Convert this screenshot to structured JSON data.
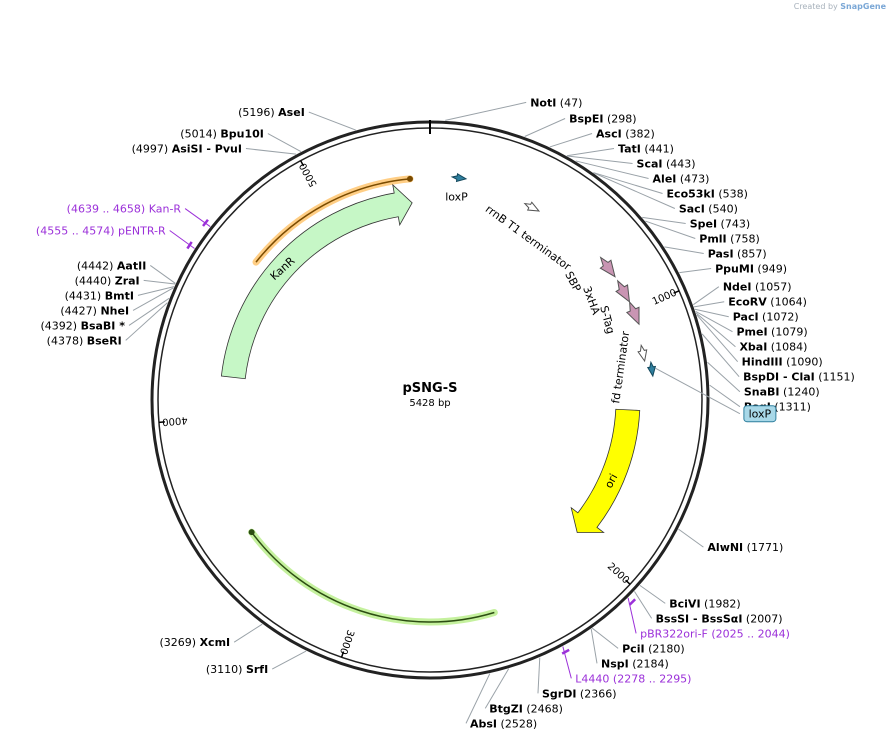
{
  "credit": {
    "prefix": "Created by",
    "brand": "SnapGene"
  },
  "plasmid": {
    "name": "pSNG-S",
    "length_label": "5428 bp",
    "length": 5428
  },
  "colors": {
    "site_label": "#000000",
    "primer": "#9b30d9",
    "leader": "#9aa2a8",
    "backbone": "#222222"
  },
  "ticks": [
    {
      "label": "1000",
      "bp": 1000
    },
    {
      "label": "2000",
      "bp": 2000
    },
    {
      "label": "3000",
      "bp": 3000
    },
    {
      "label": "4000",
      "bp": 4000
    },
    {
      "label": "5000",
      "bp": 5000
    }
  ],
  "sites": [
    {
      "name": "NotI",
      "pos": "(47)",
      "bp": 47,
      "side": "right"
    },
    {
      "name": "BspEI",
      "pos": "(298)",
      "bp": 298,
      "side": "right"
    },
    {
      "name": "AscI",
      "pos": "(382)",
      "bp": 382,
      "side": "right"
    },
    {
      "name": "TatI",
      "pos": "(441)",
      "bp": 441,
      "side": "right"
    },
    {
      "name": "ScaI",
      "pos": "(443)",
      "bp": 443,
      "side": "right"
    },
    {
      "name": "AleI",
      "pos": "(473)",
      "bp": 473,
      "side": "right"
    },
    {
      "name": "Eco53kI",
      "pos": "(538)",
      "bp": 538,
      "side": "right"
    },
    {
      "name": "SacI",
      "pos": "(540)",
      "bp": 540,
      "side": "right"
    },
    {
      "name": "SpeI",
      "pos": "(743)",
      "bp": 743,
      "side": "right"
    },
    {
      "name": "PmlI",
      "pos": "(758)",
      "bp": 758,
      "side": "right"
    },
    {
      "name": "PasI",
      "pos": "(857)",
      "bp": 857,
      "side": "right"
    },
    {
      "name": "PpuMI",
      "pos": "(949)",
      "bp": 949,
      "side": "right"
    },
    {
      "name": "NdeI",
      "pos": "(1057)",
      "bp": 1057,
      "side": "right"
    },
    {
      "name": "EcoRV",
      "pos": "(1064)",
      "bp": 1064,
      "side": "right"
    },
    {
      "name": "PacI",
      "pos": "(1072)",
      "bp": 1072,
      "side": "right"
    },
    {
      "name": "PmeI",
      "pos": "(1079)",
      "bp": 1079,
      "side": "right"
    },
    {
      "name": "XbaI",
      "pos": "(1084)",
      "bp": 1084,
      "side": "right"
    },
    {
      "name": "HindIII",
      "pos": "(1090)",
      "bp": 1090,
      "side": "right"
    },
    {
      "name": "BspDI - ClaI",
      "pos": "(1151)",
      "bp": 1151,
      "side": "right"
    },
    {
      "name": "SnaBI",
      "pos": "(1240)",
      "bp": 1240,
      "side": "right"
    },
    {
      "name": "BsgI",
      "pos": "(1311)",
      "bp": 1311,
      "side": "right"
    },
    {
      "name": "AlwNI",
      "pos": "(1771)",
      "bp": 1771,
      "side": "right"
    },
    {
      "name": "BciVI",
      "pos": "(1982)",
      "bp": 1982,
      "side": "right"
    },
    {
      "name": "BssSI - BssSαI",
      "pos": "(2007)",
      "bp": 2007,
      "side": "right"
    },
    {
      "name": "PciI",
      "pos": "(2180)",
      "bp": 2180,
      "side": "right"
    },
    {
      "name": "NspI",
      "pos": "(2184)",
      "bp": 2184,
      "side": "right"
    },
    {
      "name": "SgrDI",
      "pos": "(2366)",
      "bp": 2366,
      "side": "right"
    },
    {
      "name": "BtgZI",
      "pos": "(2468)",
      "bp": 2468,
      "side": "right"
    },
    {
      "name": "AbsI",
      "pos": "(2528)",
      "bp": 2528,
      "side": "right"
    },
    {
      "name": "SrfI",
      "pos": "(3110)",
      "bp": 3110,
      "side": "left"
    },
    {
      "name": "XcmI",
      "pos": "(3269)",
      "bp": 3269,
      "side": "left"
    },
    {
      "name": "BseRI",
      "pos": "(4378)",
      "bp": 4378,
      "side": "left"
    },
    {
      "name": "BsaBI *",
      "pos": "(4392)",
      "bp": 4392,
      "side": "left"
    },
    {
      "name": "NheI",
      "pos": "(4427)",
      "bp": 4427,
      "side": "left"
    },
    {
      "name": "BmtI",
      "pos": "(4431)",
      "bp": 4431,
      "side": "left"
    },
    {
      "name": "ZraI",
      "pos": "(4440)",
      "bp": 4440,
      "side": "left"
    },
    {
      "name": "AatII",
      "pos": "(4442)",
      "bp": 4442,
      "side": "left"
    },
    {
      "name": "AsiSI - PvuI",
      "pos": "(4997)",
      "bp": 4997,
      "side": "left"
    },
    {
      "name": "Bpu10I",
      "pos": "(5014)",
      "bp": 5014,
      "side": "left"
    },
    {
      "name": "AseI",
      "pos": "(5196)",
      "bp": 5196,
      "side": "left"
    }
  ],
  "primers": [
    {
      "name": "pBR322ori-F",
      "range": "(2025 .. 2044)",
      "bp": 2035,
      "side": "right"
    },
    {
      "name": "L4440",
      "range": "(2278 .. 2295)",
      "bp": 2287,
      "side": "right"
    },
    {
      "name": "pENTR-R",
      "range": "(4555 .. 4574)",
      "bp": 4565,
      "side": "left"
    },
    {
      "name": "Kan-R",
      "range": "(4639 .. 4658)",
      "bp": 4648,
      "side": "left"
    }
  ],
  "features": [
    {
      "name": "KanR",
      "type": "CDS",
      "start": 4170,
      "end": 5350,
      "direction": "cw",
      "color": "#c6f7c6"
    },
    {
      "name": "loxP",
      "type": "site",
      "start": 90,
      "end": 135,
      "direction": "cw",
      "color": "#2f7f9e"
    },
    {
      "name": "rrnB T1 terminator",
      "type": "terminator",
      "start": 380,
      "end": 460,
      "direction": "cw",
      "color": "#ffffff"
    },
    {
      "name": "SBP",
      "type": "tag",
      "start": 745,
      "end": 860,
      "direction": "cw",
      "color": "#c995b3"
    },
    {
      "name": "3xHA",
      "type": "tag",
      "start": 870,
      "end": 960,
      "direction": "cw",
      "color": "#c995b3"
    },
    {
      "name": "S-Tag",
      "type": "tag",
      "start": 980,
      "end": 1040,
      "direction": "cw",
      "color": "#c995b3"
    },
    {
      "name": "fd terminator",
      "type": "terminator",
      "start": 1140,
      "end": 1200,
      "direction": "cw",
      "color": "#ffffff"
    },
    {
      "name": "loxP",
      "type": "site",
      "start": 1215,
      "end": 1260,
      "direction": "cw",
      "color": "#2f7f9e"
    },
    {
      "name": "ori",
      "type": "rep_origin",
      "start": 1400,
      "end": 1990,
      "direction": "cw",
      "color": "#ffff00"
    }
  ],
  "arcs": [
    {
      "name": "orange-arc",
      "start": 4650,
      "end": 5350,
      "color": "#ffc266",
      "stroke": "#7a4b00"
    },
    {
      "name": "green-arc",
      "start": 2460,
      "end": 3520,
      "color": "#b7ee86",
      "stroke": "#2c4d12"
    }
  ],
  "callout": {
    "label": "loxP"
  }
}
